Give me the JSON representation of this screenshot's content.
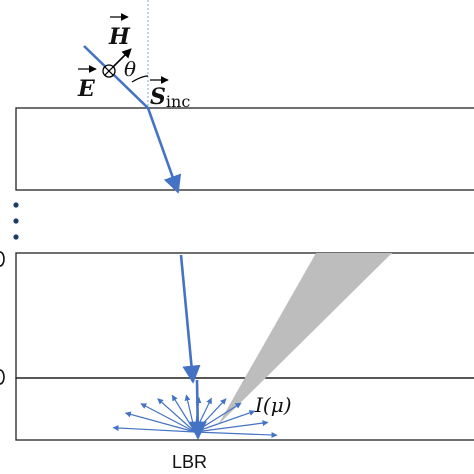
{
  "labels": {
    "h_field": "H",
    "e_field": "E",
    "theta": "θ",
    "s_inc_main": "S",
    "s_inc_sub": "inc",
    "intensity": "I(μ)",
    "lbr": "LBR",
    "vdots": "⋮"
  },
  "colors": {
    "ray": "#4472c4",
    "scatter": "#4472c4",
    "layer_border": "#222222",
    "cone": "#bdbdbd",
    "normal_line": "#7fa8d6",
    "text": "#111111"
  }
}
